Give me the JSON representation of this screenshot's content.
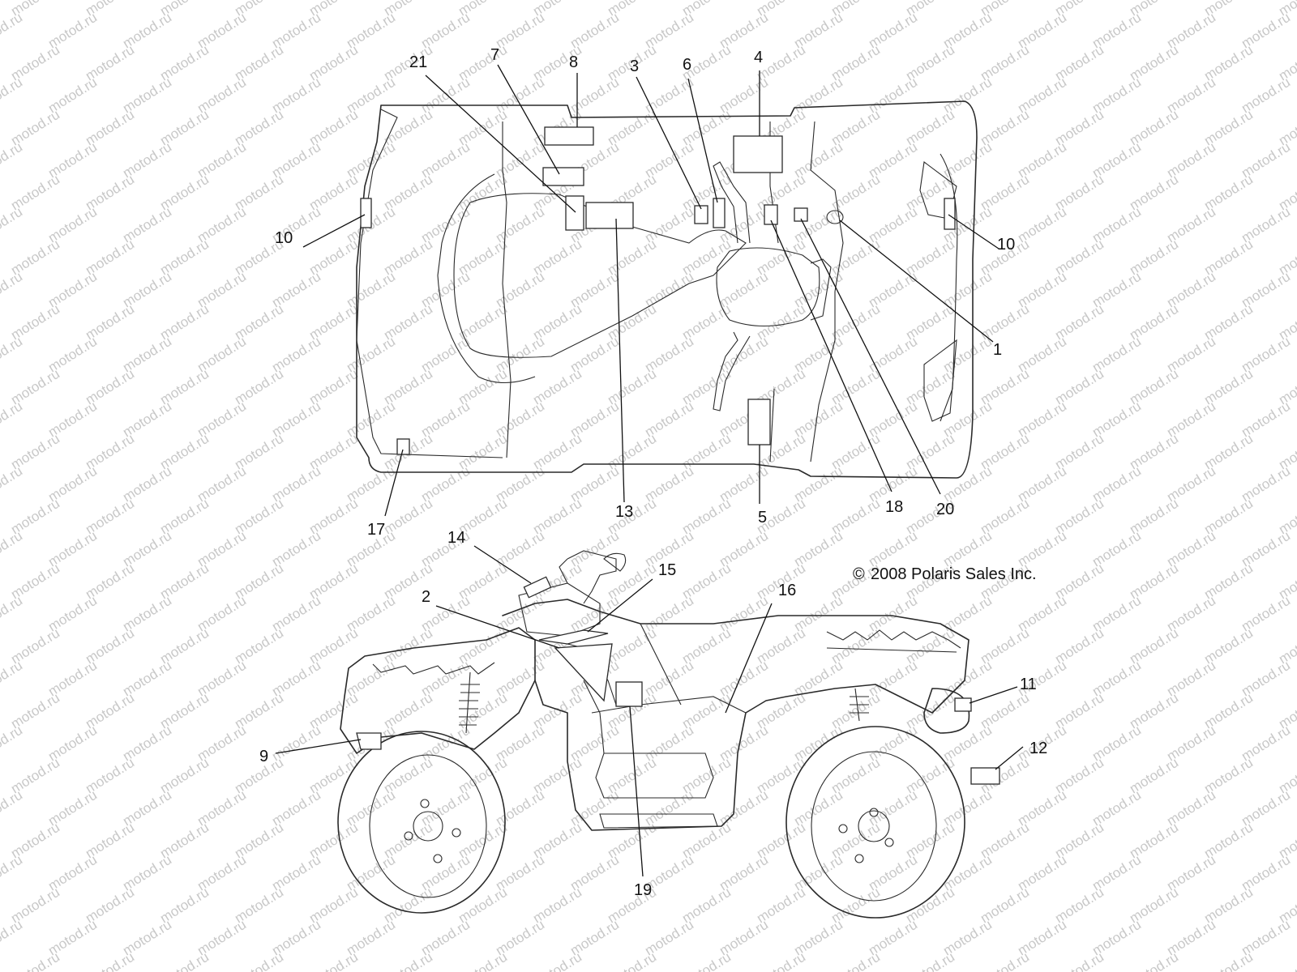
{
  "watermark": "motod.ru",
  "copyright": "2008 Polaris Sales Inc.",
  "copyright_symbol": "©",
  "top_view": {
    "callouts": [
      "21",
      "7",
      "8",
      "3",
      "6",
      "4",
      "10",
      "10",
      "1",
      "17",
      "13",
      "5",
      "18",
      "20"
    ]
  },
  "side_view": {
    "callouts": [
      "14",
      "15",
      "2",
      "16",
      "11",
      "12",
      "9",
      "19"
    ]
  }
}
